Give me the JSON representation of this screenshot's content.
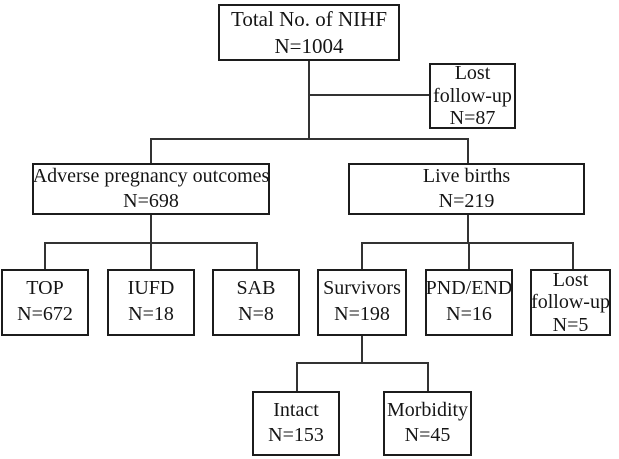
{
  "diagram": {
    "type": "flowchart",
    "title_node": "Total No. of NIHF",
    "boxes": {
      "root": {
        "line1": "Total No. of NIHF",
        "count": "N=1004"
      },
      "lost_top": {
        "line1": "Lost",
        "line2": "follow-up",
        "count": "N=87"
      },
      "adverse": {
        "line1": "Adverse pregnancy outcomes",
        "count": "N=698"
      },
      "live_births": {
        "line1": "Live births",
        "count": "N=219"
      },
      "top": {
        "line1": "TOP",
        "count": "N=672"
      },
      "iufd": {
        "line1": "IUFD",
        "count": "N=18"
      },
      "sab": {
        "line1": "SAB",
        "count": "N=8"
      },
      "survivors": {
        "line1": "Survivors",
        "count": "N=198"
      },
      "pnd_end": {
        "line1": "PND/END",
        "count": "N=16"
      },
      "lost_right": {
        "line1": "Lost",
        "line2": "follow-up",
        "count": "N=5"
      },
      "intact": {
        "line1": "Intact",
        "count": "N=153"
      },
      "morbidity": {
        "line1": "Morbidity",
        "count": "N=45"
      }
    },
    "colors": {
      "background": "#ffffff",
      "box_border": "#1c1c1c",
      "connector": "#333333",
      "text": "#151515"
    }
  }
}
